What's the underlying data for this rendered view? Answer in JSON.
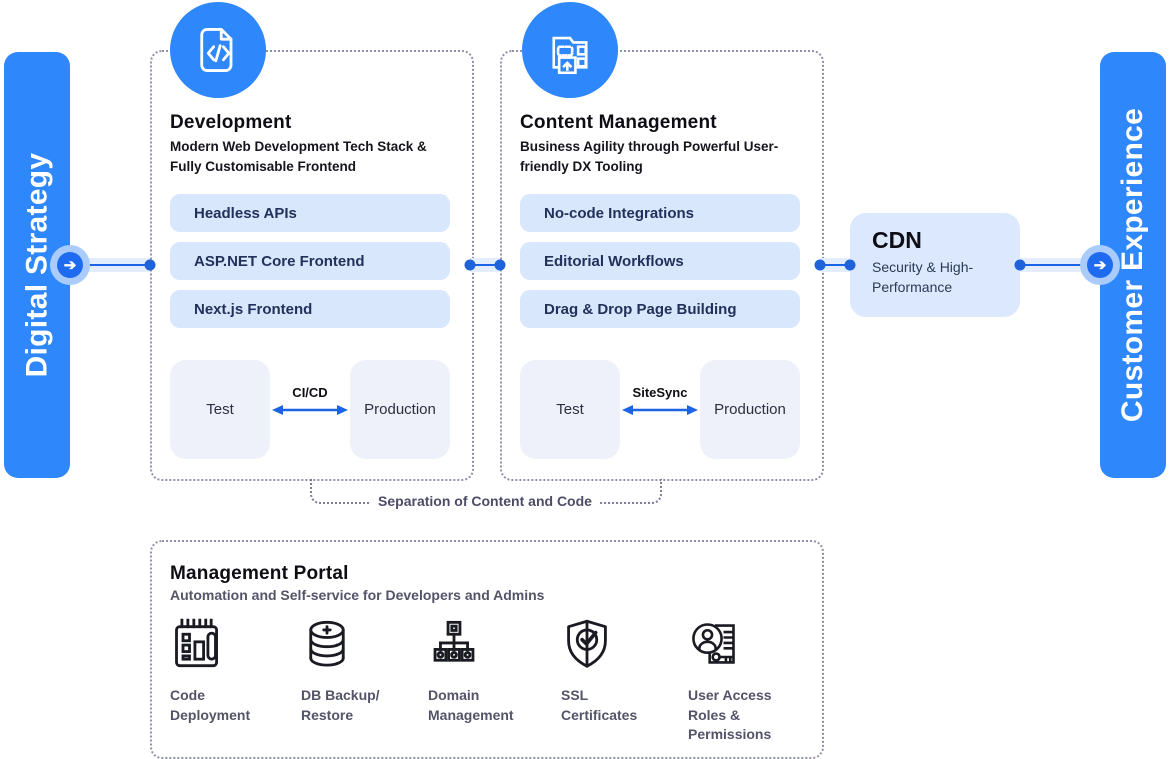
{
  "bars": {
    "left": {
      "label": "Digital Strategy"
    },
    "right": {
      "label": "Customer Experience"
    }
  },
  "development": {
    "title": "Development",
    "subtitle": "Modern Web Development Tech Stack & Fully Customisable Frontend",
    "items": [
      "Headless APIs",
      "ASP.NET Core Frontend",
      "Next.js Frontend"
    ],
    "pipeline": {
      "left": "Test",
      "right": "Production",
      "arrow_label": "CI/CD"
    }
  },
  "content_management": {
    "title": "Content Management",
    "subtitle": "Business Agility through Powerful User-friendly DX Tooling",
    "items": [
      "No-code Integrations",
      "Editorial Workflows",
      "Drag & Drop Page Building"
    ],
    "pipeline": {
      "left": "Test",
      "right": "Production",
      "arrow_label": "SiteSync"
    }
  },
  "cdn": {
    "title": "CDN",
    "subtitle": "Security & High-Performance"
  },
  "separation_label": "Separation of Content and Code",
  "management_portal": {
    "title": "Management Portal",
    "subtitle": "Automation and Self-service for Developers and Admins",
    "tools": [
      {
        "icon": "code-deployment-icon",
        "lines": [
          "Code",
          "Deployment"
        ]
      },
      {
        "icon": "db-backup-restore-icon",
        "lines": [
          "DB Backup/",
          "Restore"
        ]
      },
      {
        "icon": "domain-management-icon",
        "lines": [
          "Domain",
          "Management"
        ]
      },
      {
        "icon": "ssl-certificates-icon",
        "lines": [
          "SSL",
          "Certificates"
        ]
      },
      {
        "icon": "user-access-icon",
        "lines": [
          "User Access",
          "Roles &",
          "Permissions"
        ]
      }
    ]
  },
  "icons": {
    "development": "code-file-icon",
    "content_management": "cms-layout-icon",
    "flow_arrows": "arrow-right-icon"
  },
  "colors": {
    "accent_blue": "#2e87fb",
    "connector_blue": "#1c64e6",
    "pill_bg": "#d9e7fd",
    "cdn_bg": "#dce8fd",
    "pipeline_box_bg": "#eef1fa",
    "muted_text": "#545469",
    "dark_text": "#0d0d13"
  }
}
